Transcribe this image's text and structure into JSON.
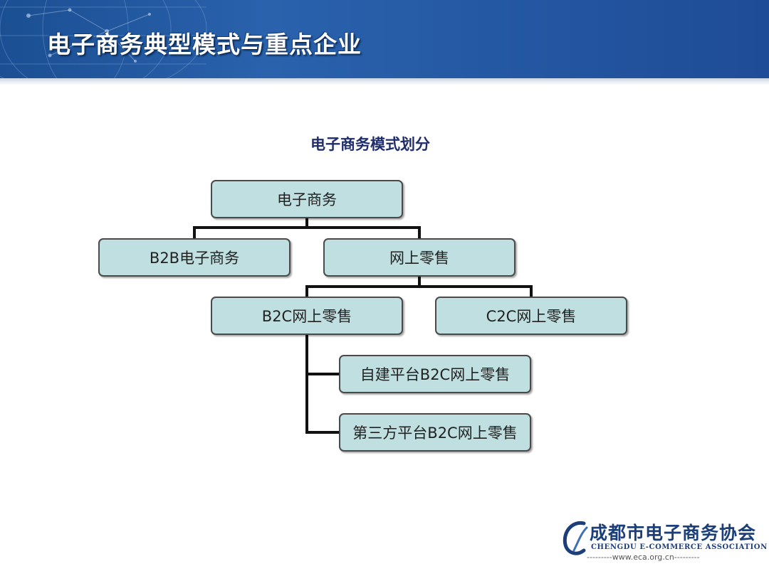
{
  "slide": {
    "title": "电子商务典型模式与重点企业",
    "diagram_title": "电子商务模式划分"
  },
  "nodes": {
    "root": "电子商务",
    "b2b": "B2B电子商务",
    "retail": "网上零售",
    "b2c": "B2C网上零售",
    "c2c": "C2C网上零售",
    "self_built": "自建平台B2C网上零售",
    "third_party": "第三方平台B2C网上零售"
  },
  "logo": {
    "name_cn": "成都市电子商务协会",
    "name_en": "CHENGDU E-COMMERCE ASSOCIATION",
    "url": "---------www.eca.org.cn---------"
  },
  "colors": {
    "header_blue": "#2456a1",
    "node_fill": "#bfdfe0",
    "title_navy": "#1f2e6a"
  }
}
